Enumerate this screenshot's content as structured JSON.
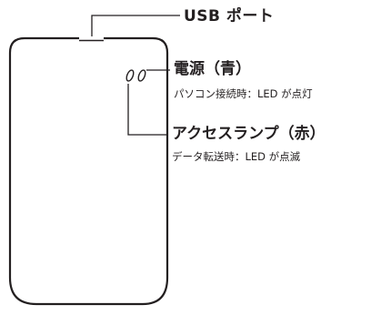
{
  "labels": {
    "usb_port": "USB ポート",
    "power_led": "電源（青）",
    "power_led_desc": "パソコン接続時：LED が点灯",
    "access_lamp": "アクセスランプ（赤）",
    "access_lamp_desc": "データ転送時：LED が点滅"
  },
  "colors": {
    "line": "#231f20",
    "background": "#ffffff"
  }
}
